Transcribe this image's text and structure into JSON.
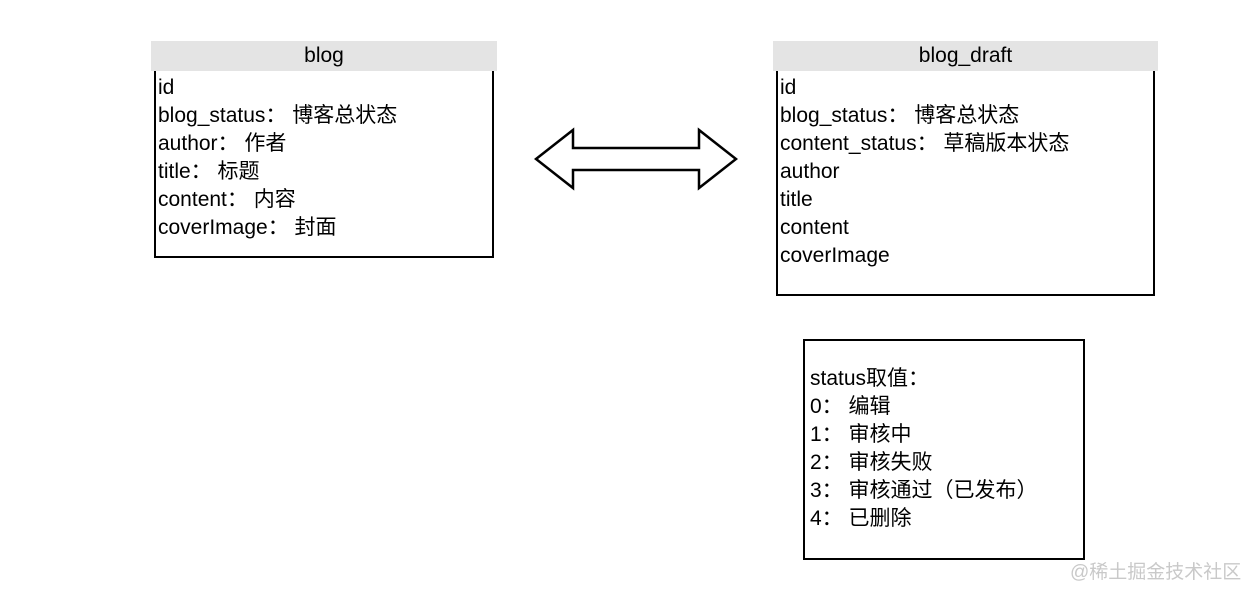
{
  "diagram": {
    "entities": [
      {
        "title": "blog",
        "fields": [
          "id",
          "blog_status： 博客总状态",
          "author： 作者",
          "title： 标题",
          "content： 内容",
          "coverImage： 封面"
        ]
      },
      {
        "title": "blog_draft",
        "fields": [
          "id",
          "blog_status： 博客总状态",
          "content_status： 草稿版本状态",
          "author",
          "title",
          "content",
          "coverImage"
        ]
      }
    ],
    "relation": "bidirectional",
    "note": {
      "lines": [
        "status取值：",
        "0： 编辑",
        "1： 审核中",
        "2： 审核失败",
        "3： 审核通过（已发布）",
        "4： 已删除"
      ]
    },
    "watermark": "@稀土掘金技术社区",
    "colors": {
      "header_bg": "#e4e4e4",
      "border": "#000000",
      "watermark": "#c9c9c9"
    }
  }
}
